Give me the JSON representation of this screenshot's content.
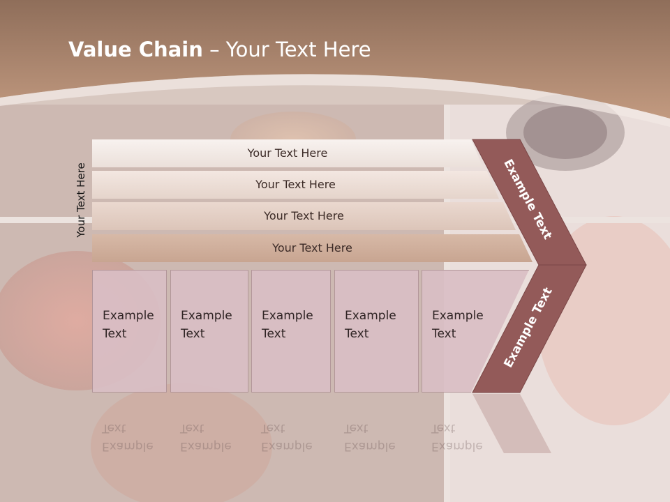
{
  "title": {
    "bold": "Value Chain",
    "rest": " – Your Text Here"
  },
  "side_label": "Your Text Here",
  "bands": [
    "Your Text Here",
    "Your Text Here",
    "Your Text Here",
    "Your Text Here"
  ],
  "boxes": [
    {
      "line1": "Example",
      "line2": "Text"
    },
    {
      "line1": "Example",
      "line2": "Text"
    },
    {
      "line1": "Example",
      "line2": "Text"
    },
    {
      "line1": "Example",
      "line2": "Text"
    },
    {
      "line1": "Example",
      "line2": "Text"
    }
  ],
  "chevron": {
    "upper_label": "Example Text",
    "lower_label": "Example Text"
  },
  "colors": {
    "header": "#a17a63",
    "chevron": "#935a59",
    "box": "#d9bec4"
  }
}
